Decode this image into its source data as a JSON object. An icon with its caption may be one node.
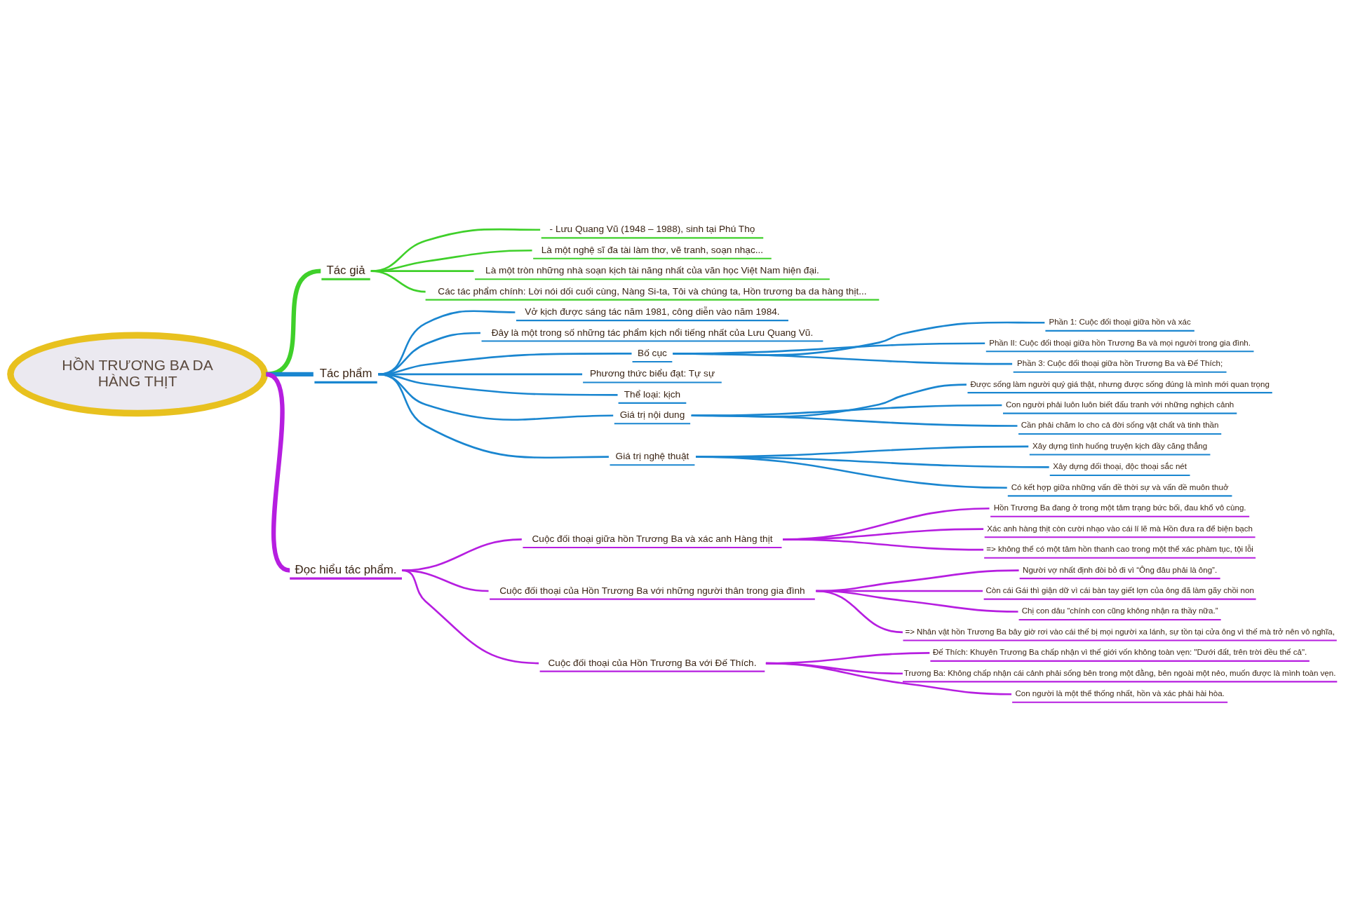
{
  "diagram": {
    "nodes": [
      {
        "text": [
          "HỒN TRƯƠNG BA DA HÀNG THỊT"
        ]
      },
      {
        "text": [
          "Tác giả"
        ]
      },
      {
        "text": [
          "- Lưu Quang Vũ (1948 – 1988), sinh tại Phú Thọ"
        ]
      },
      {
        "text": [
          "Là một nghệ sĩ đa tài làm thơ, vẽ tranh, soạn nhạc..."
        ]
      },
      {
        "text": [
          "Là một tròn những nhà soạn kịch tài năng nhất của văn học Việt Nam hiện đại."
        ]
      },
      {
        "text": [
          "Các tác phẩm chính: Lời nói dối cuối cùng, Nàng Si-ta, Tôi và chúng ta, Hồn trương ba da hàng thịt..."
        ]
      },
      {
        "text": [
          "Tác phẩm"
        ]
      },
      {
        "text": [
          "Vở kịch được sáng tác năm 1981, công diễn vào năm 1984."
        ]
      },
      {
        "text": [
          "Đây là một trong số những tác phẩm kịch nổi tiếng nhất của Lưu Quang Vũ."
        ]
      },
      {
        "text": [
          "Bố cục"
        ]
      },
      {
        "text": [
          "Phần 1: Cuộc đối thoại giữa hồn và xác"
        ]
      },
      {
        "text": [
          "Phần II: Cuộc đối thoại giữa hồn Trương Ba và mọi người trong gia đình."
        ]
      },
      {
        "text": [
          "Phần 3: Cuộc đối thoại giữa hồn Trương Ba và Đế Thích;"
        ]
      },
      {
        "text": [
          "Phương thức biểu đạt: Tự sự"
        ]
      },
      {
        "text": [
          "Thể loại: kịch"
        ]
      },
      {
        "text": [
          "Giá trị nội dung"
        ]
      },
      {
        "text": [
          "Được sống làm người quý giá thật, nhưng được sống đúng là mình mới quan trọng"
        ]
      },
      {
        "text": [
          "Con người phải luôn luôn biết đấu tranh với những nghịch cảnh"
        ]
      },
      {
        "text": [
          "Cần phải chăm lo cho cả đời sống vật chất và tinh thần"
        ]
      },
      {
        "text": [
          "Giá trị nghệ thuật"
        ]
      },
      {
        "text": [
          "Xây dựng tình huống truyện kịch đầy căng thẳng"
        ]
      },
      {
        "text": [
          "Xây dựng đối thoại, độc thoại sắc nét"
        ]
      },
      {
        "text": [
          "Có kết hợp giữa những vấn đề thời sự và vấn đề muôn thuở"
        ]
      },
      {
        "text": [
          "Đọc hiểu tác phẩm."
        ]
      },
      {
        "text": [
          "Cuộc đối thoại giữa hồn Trương Ba và xác anh Hàng thịt"
        ]
      },
      {
        "text": [
          "Hồn Trương Ba đang ở trong một tâm trạng bức bối, đau khổ vô cùng."
        ]
      },
      {
        "text": [
          "Xác anh hàng thịt còn cười nhạo vào cái lí lẽ mà Hồn đưa ra để biện bạch"
        ]
      },
      {
        "text": [
          "=> không thể có một tâm hồn thanh cao trong một thể xác phàm tục, tội lỗi"
        ]
      },
      {
        "text": [
          "Cuộc đối thoại của Hồn Trương Ba với những người thân trong gia đình"
        ]
      },
      {
        "text": [
          "Người vợ nhất định đòi bỏ đi vì “Ông đâu phải là ông”."
        ]
      },
      {
        "text": [
          "Còn cái Gái thì giận dữ vì cái bàn tay giết lợn của ông đã làm gãy chồi non"
        ]
      },
      {
        "text": [
          "Chị con dâu “chính con cũng không nhận ra thầy nữa.”"
        ]
      },
      {
        "text": [
          "=> Nhân vật hồn Trương Ba bây giờ rơi vào cái thế bị mọi người xa lánh, sự tồn tại cửa ông vì thế mà trở nên vô nghĩa,"
        ]
      },
      {
        "text": [
          "Cuộc đối thoại của Hồn Trương Ba với Đế Thích."
        ]
      },
      {
        "text": [
          "Đế Thích: Khuyên Trương Ba chấp nhận vì thế giới vốn không toàn vẹn: \"Dưới đất, trên trời đều thế cả\"."
        ]
      },
      {
        "text": [
          "Trương Ba: Không chấp nhận cái cảnh phải sống bên trong một đằng, bên ngoài một nẻo, muốn được là mình toàn vẹn."
        ]
      },
      {
        "text": [
          "Con người là một thể thống nhất, hồn và xác phải hài hòa."
        ]
      }
    ],
    "edges": [
      {
        "from": 0,
        "to": 1,
        "arrow": "none",
        "style": "thick",
        "color": "#3fd02a"
      },
      {
        "from": 1,
        "to": 2,
        "arrow": "none",
        "color": "#3fd02a"
      },
      {
        "from": 1,
        "to": 3,
        "arrow": "none",
        "color": "#3fd02a"
      },
      {
        "from": 1,
        "to": 4,
        "arrow": "none",
        "color": "#3fd02a"
      },
      {
        "from": 1,
        "to": 5,
        "arrow": "none",
        "color": "#3fd02a"
      },
      {
        "from": 0,
        "to": 6,
        "arrow": "none",
        "style": "thick"
      },
      {
        "from": 6,
        "to": 7,
        "arrow": "none"
      },
      {
        "from": 6,
        "to": 8,
        "arrow": "none"
      },
      {
        "from": 6,
        "to": 9,
        "arrow": "none"
      },
      {
        "from": 9,
        "to": 10,
        "arrow": "none"
      },
      {
        "from": 9,
        "to": 11,
        "arrow": "none"
      },
      {
        "from": 9,
        "to": 12,
        "arrow": "none"
      },
      {
        "from": 6,
        "to": 13,
        "arrow": "none"
      },
      {
        "from": 6,
        "to": 14,
        "arrow": "none"
      },
      {
        "from": 6,
        "to": 15,
        "arrow": "none"
      },
      {
        "from": 15,
        "to": 16,
        "arrow": "none"
      },
      {
        "from": 15,
        "to": 17,
        "arrow": "none"
      },
      {
        "from": 15,
        "to": 18,
        "arrow": "none"
      },
      {
        "from": 6,
        "to": 19,
        "arrow": "none"
      },
      {
        "from": 19,
        "to": 20,
        "arrow": "none"
      },
      {
        "from": 19,
        "to": 21,
        "arrow": "none"
      },
      {
        "from": 19,
        "to": 22,
        "arrow": "none"
      },
      {
        "from": 0,
        "to": 23,
        "arrow": "none",
        "style": "thick",
        "color": "#b61ee0"
      },
      {
        "from": 23,
        "to": 24,
        "arrow": "none",
        "color": "#b61ee0"
      },
      {
        "from": 24,
        "to": 25,
        "arrow": "none",
        "color": "#b61ee0"
      },
      {
        "from": 24,
        "to": 26,
        "arrow": "none",
        "color": "#b61ee0"
      },
      {
        "from": 24,
        "to": 27,
        "arrow": "none",
        "color": "#b61ee0"
      },
      {
        "from": 23,
        "to": 28,
        "arrow": "none",
        "color": "#b61ee0"
      },
      {
        "from": 28,
        "to": 29,
        "arrow": "none",
        "color": "#b61ee0"
      },
      {
        "from": 28,
        "to": 30,
        "arrow": "none",
        "color": "#b61ee0"
      },
      {
        "from": 28,
        "to": 31,
        "arrow": "none",
        "color": "#b61ee0"
      },
      {
        "from": 28,
        "to": 32,
        "arrow": "none",
        "color": "#b61ee0"
      },
      {
        "from": 23,
        "to": 33,
        "arrow": "none",
        "color": "#b61ee0"
      },
      {
        "from": 33,
        "to": 34,
        "arrow": "none",
        "color": "#b61ee0"
      },
      {
        "from": 33,
        "to": 35,
        "arrow": "none",
        "color": "#b61ee0"
      },
      {
        "from": 33,
        "to": 36,
        "arrow": "none",
        "color": "#b61ee0"
      }
    ]
  }
}
